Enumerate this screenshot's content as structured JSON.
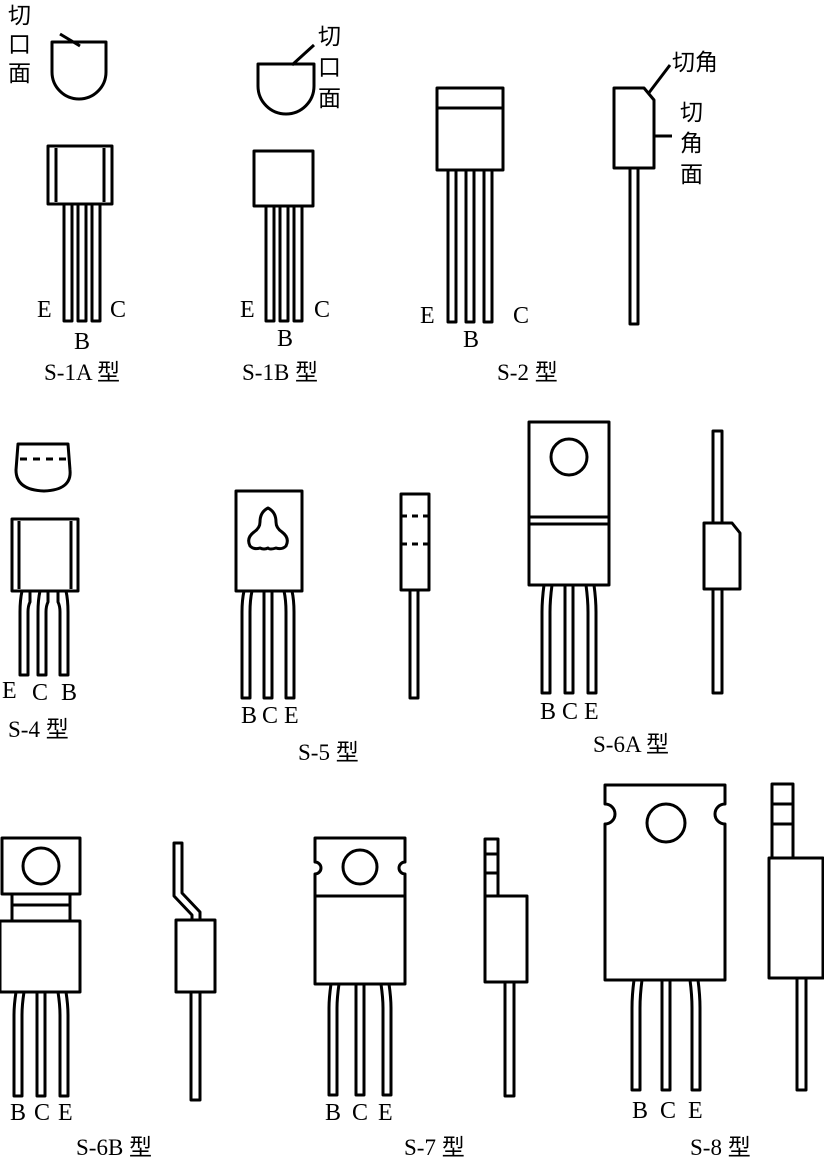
{
  "captions": {
    "s1a": "S-1A 型",
    "s1b": "S-1B 型",
    "s2": "S-2 型",
    "s4": "S-4 型",
    "s5": "S-5 型",
    "s6a": "S-6A 型",
    "s6b": "S-6B 型",
    "s7": "S-7 型",
    "s8": "S-8 型"
  },
  "annotations": {
    "cut_face_1": "切",
    "cut_face_2": "口",
    "cut_face_3": "面",
    "chamfer": "切角",
    "chamfer_face_1": "切",
    "chamfer_face_2": "角",
    "chamfer_face_3": "面"
  },
  "pins": {
    "e": "E",
    "b": "B",
    "c": "C"
  }
}
